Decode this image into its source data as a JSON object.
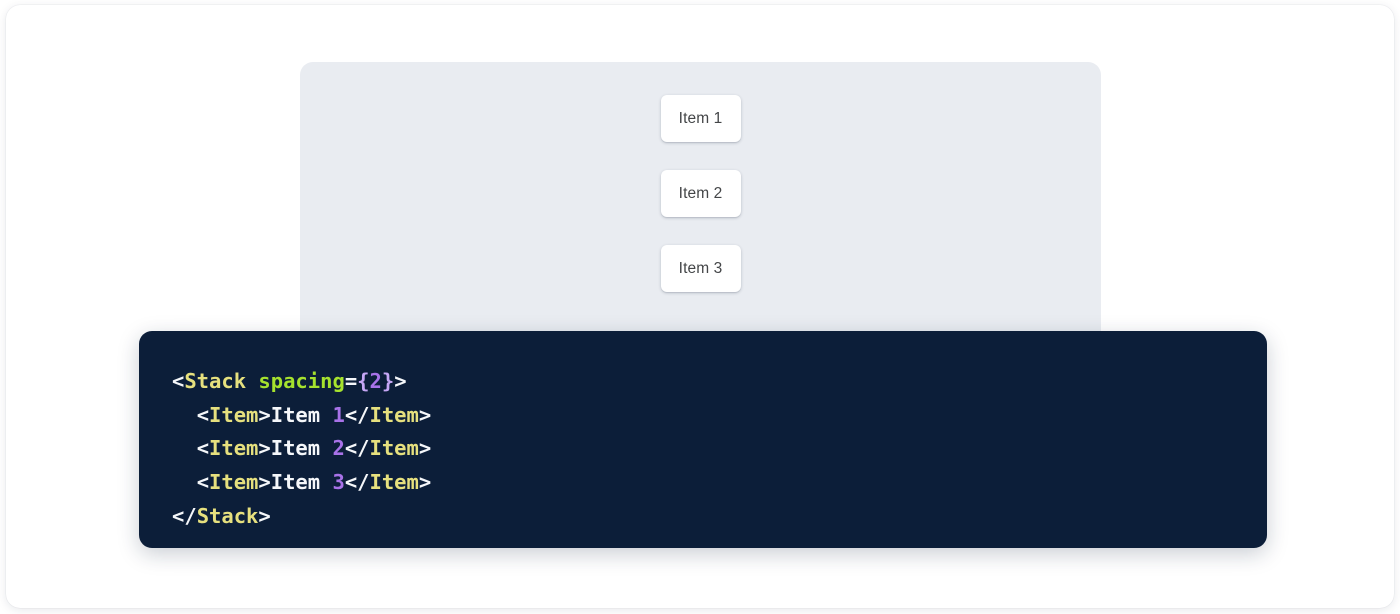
{
  "preview": {
    "panel_background": "#e9ecf1",
    "stack": {
      "direction": "vertical",
      "spacing_token": "2",
      "items": [
        {
          "label": "Item 1"
        },
        {
          "label": "Item 2"
        },
        {
          "label": "Item 3"
        }
      ]
    }
  },
  "code": {
    "language": "jsx",
    "background": "#0c1e39",
    "colors": {
      "punctuation": "#f5f7fa",
      "tag": "#e6e07e",
      "attribute": "#a6e22e",
      "brace": "#c6a7f5",
      "number": "#a872e8",
      "text": "#f5f7fa"
    },
    "lines": [
      {
        "indent": "",
        "tokens": [
          {
            "t": "<",
            "k": "punct"
          },
          {
            "t": "Stack",
            "k": "tag"
          },
          {
            "t": " ",
            "k": "text"
          },
          {
            "t": "spacing",
            "k": "attr"
          },
          {
            "t": "=",
            "k": "punct"
          },
          {
            "t": "{",
            "k": "brace"
          },
          {
            "t": "2",
            "k": "num"
          },
          {
            "t": "}",
            "k": "brace"
          },
          {
            "t": ">",
            "k": "punct"
          }
        ]
      },
      {
        "indent": "  ",
        "tokens": [
          {
            "t": "<",
            "k": "punct"
          },
          {
            "t": "Item",
            "k": "tag"
          },
          {
            "t": ">",
            "k": "punct"
          },
          {
            "t": "Item ",
            "k": "text"
          },
          {
            "t": "1",
            "k": "num"
          },
          {
            "t": "</",
            "k": "punct"
          },
          {
            "t": "Item",
            "k": "tag"
          },
          {
            "t": ">",
            "k": "punct"
          }
        ]
      },
      {
        "indent": "  ",
        "tokens": [
          {
            "t": "<",
            "k": "punct"
          },
          {
            "t": "Item",
            "k": "tag"
          },
          {
            "t": ">",
            "k": "punct"
          },
          {
            "t": "Item ",
            "k": "text"
          },
          {
            "t": "2",
            "k": "num"
          },
          {
            "t": "</",
            "k": "punct"
          },
          {
            "t": "Item",
            "k": "tag"
          },
          {
            "t": ">",
            "k": "punct"
          }
        ]
      },
      {
        "indent": "  ",
        "tokens": [
          {
            "t": "<",
            "k": "punct"
          },
          {
            "t": "Item",
            "k": "tag"
          },
          {
            "t": ">",
            "k": "punct"
          },
          {
            "t": "Item ",
            "k": "text"
          },
          {
            "t": "3",
            "k": "num"
          },
          {
            "t": "</",
            "k": "punct"
          },
          {
            "t": "Item",
            "k": "tag"
          },
          {
            "t": ">",
            "k": "punct"
          }
        ]
      },
      {
        "indent": "",
        "tokens": [
          {
            "t": "</",
            "k": "punct"
          },
          {
            "t": "Stack",
            "k": "tag"
          },
          {
            "t": ">",
            "k": "punct"
          }
        ]
      }
    ]
  }
}
